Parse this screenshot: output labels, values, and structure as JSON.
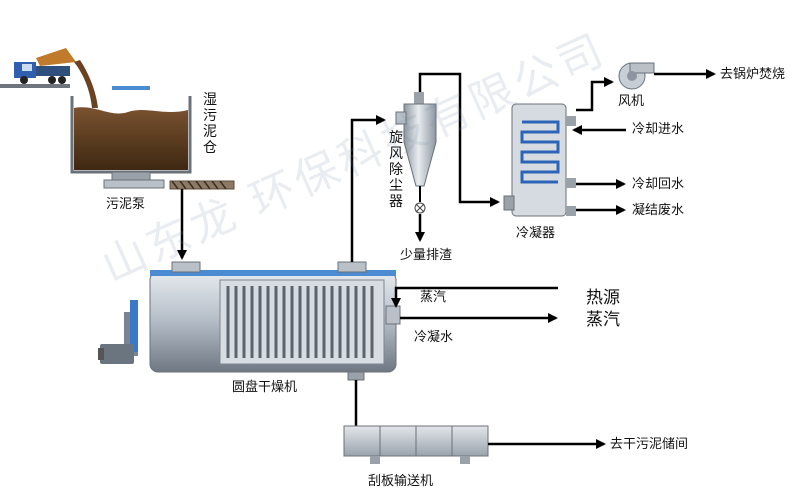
{
  "labels": {
    "wet_sludge_bin": "湿污泥仓",
    "sludge_pump": "污泥泵",
    "disc_dryer": "圆盘干燥机",
    "cyclone": "旋风除尘器",
    "little_slag": "少量排渣",
    "fan": "风机",
    "to_boiler": "去锅炉焚烧",
    "cooling_in": "冷却进水",
    "cooling_return": "冷却回水",
    "condensate_waste": "凝结废水",
    "condenser": "冷凝器",
    "steam_in": "蒸汽",
    "heat_source_line1": "热源",
    "heat_source_line2": "蒸汽",
    "condensate_out": "冷凝水",
    "scraper_conveyor": "刮板输送机",
    "to_dry_storage": "去干污泥储间"
  },
  "watermark": "山东龙 环保科技有限公司",
  "colors": {
    "sludge": "#5a3a1e",
    "steel": "#b9c0c8",
    "steel_dark": "#7c858f",
    "accent_blue": "#3a78c8",
    "line": "#000000"
  }
}
